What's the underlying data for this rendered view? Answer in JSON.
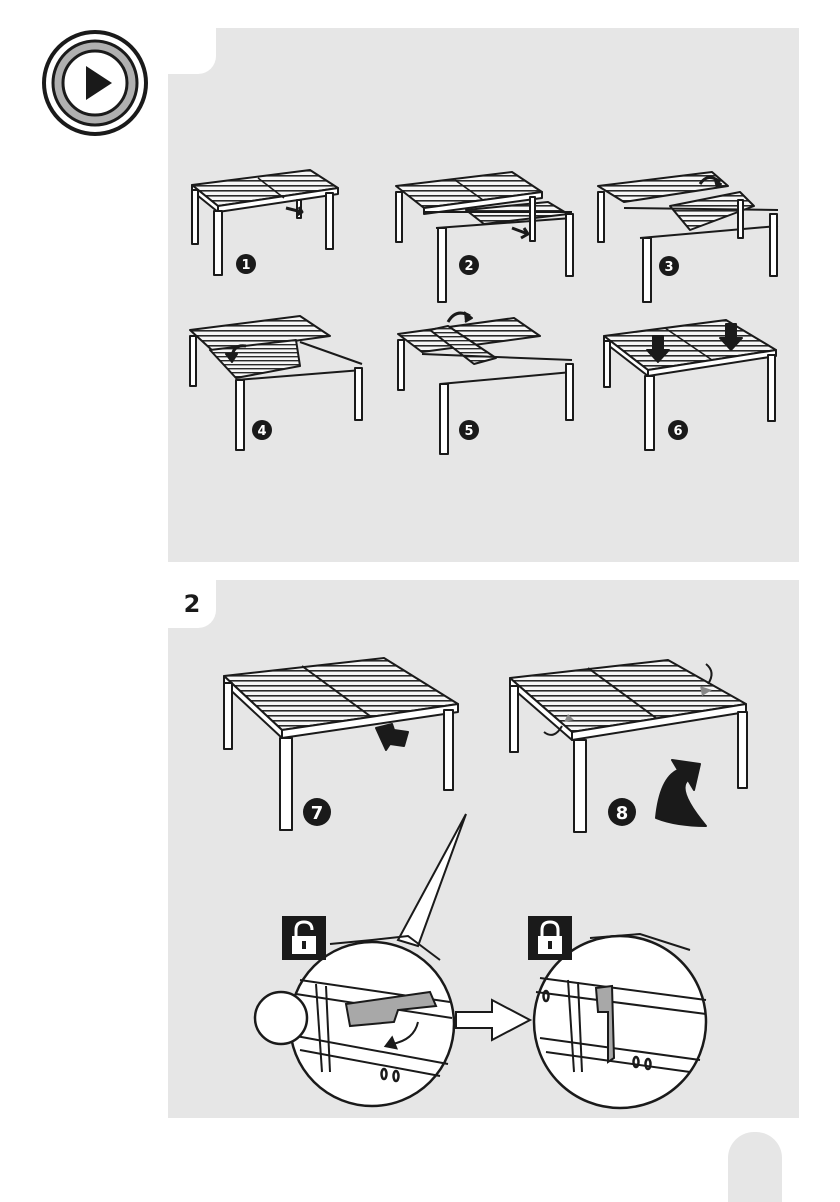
{
  "section": {
    "number": "2"
  },
  "steps": [
    {
      "number": "1"
    },
    {
      "number": "2"
    },
    {
      "number": "3"
    },
    {
      "number": "4"
    },
    {
      "number": "5"
    },
    {
      "number": "6"
    },
    {
      "number": "7"
    },
    {
      "number": "8"
    }
  ],
  "icons": {
    "play": "play-icon",
    "unlocked": "unlocked-padlock-icon",
    "locked": "locked-padlock-icon",
    "arrow": "arrow-icon",
    "rotate": "rotate-arrow-icon"
  },
  "colors": {
    "panel": "#e6e6e6",
    "ink": "#1a1a1a",
    "white": "#ffffff"
  }
}
